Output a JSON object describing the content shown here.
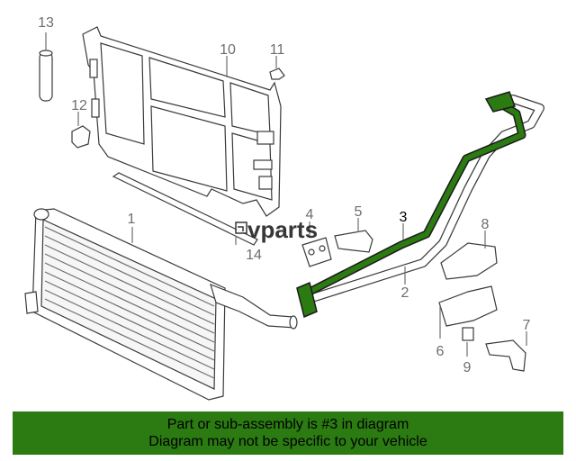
{
  "callouts": {
    "c1": "1",
    "c2": "2",
    "c3": "3",
    "c4": "4",
    "c5": "5",
    "c6": "6",
    "c7": "7",
    "c8": "8",
    "c9": "9",
    "c10": "10",
    "c11": "11",
    "c12": "12",
    "c13": "13",
    "c14": "14"
  },
  "watermark": {
    "text": "vparts"
  },
  "highlight_color": "#2b7a12",
  "banner": {
    "line1": "Part or sub-assembly is #3 in diagram",
    "line2": "Diagram may not be specific to your vehicle"
  }
}
